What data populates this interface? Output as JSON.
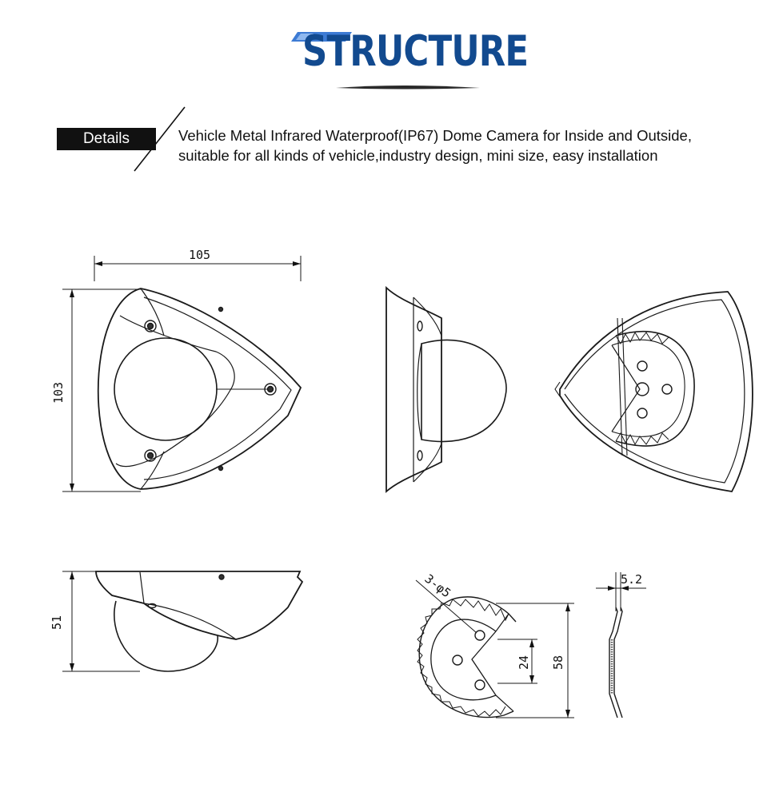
{
  "heading": {
    "title": "STRUCTURE",
    "accent_color": "#124a8f"
  },
  "details": {
    "tag": "Details",
    "lines": [
      "Vehicle Metal Infrared Waterproof(IP67) Dome Camera for Inside and Outside,",
      "suitable for all kinds of vehicle,industry design, mini size, easy installation"
    ]
  },
  "dimensions": {
    "width": "105",
    "height": "103",
    "depth": "51",
    "holes": "3-φ5",
    "inner": "24",
    "outer": "58",
    "thickness": "5.2"
  }
}
